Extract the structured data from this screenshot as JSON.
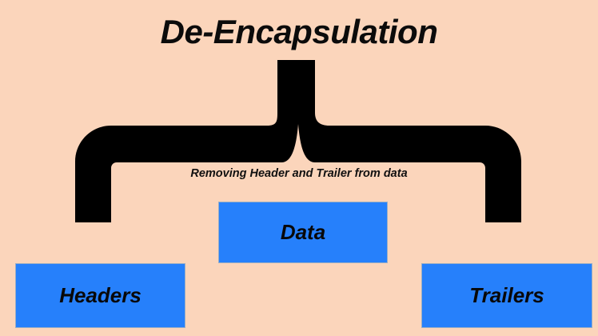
{
  "diagram": {
    "title": "De-Encapsulation",
    "caption": "Removing Header and Trailer from data",
    "background_color": "#fbd5bb",
    "pipe_color": "#000000",
    "box_color": "#2680fb",
    "box_border_color": "#9aaec4",
    "text_color": "#0b0b0b",
    "boxes": [
      {
        "id": "data",
        "label": "Data"
      },
      {
        "id": "headers",
        "label": "Headers"
      },
      {
        "id": "trailers",
        "label": "Trailers"
      }
    ],
    "shapes": {
      "split_pipe_name": "inverted-y-split-pipe"
    }
  }
}
